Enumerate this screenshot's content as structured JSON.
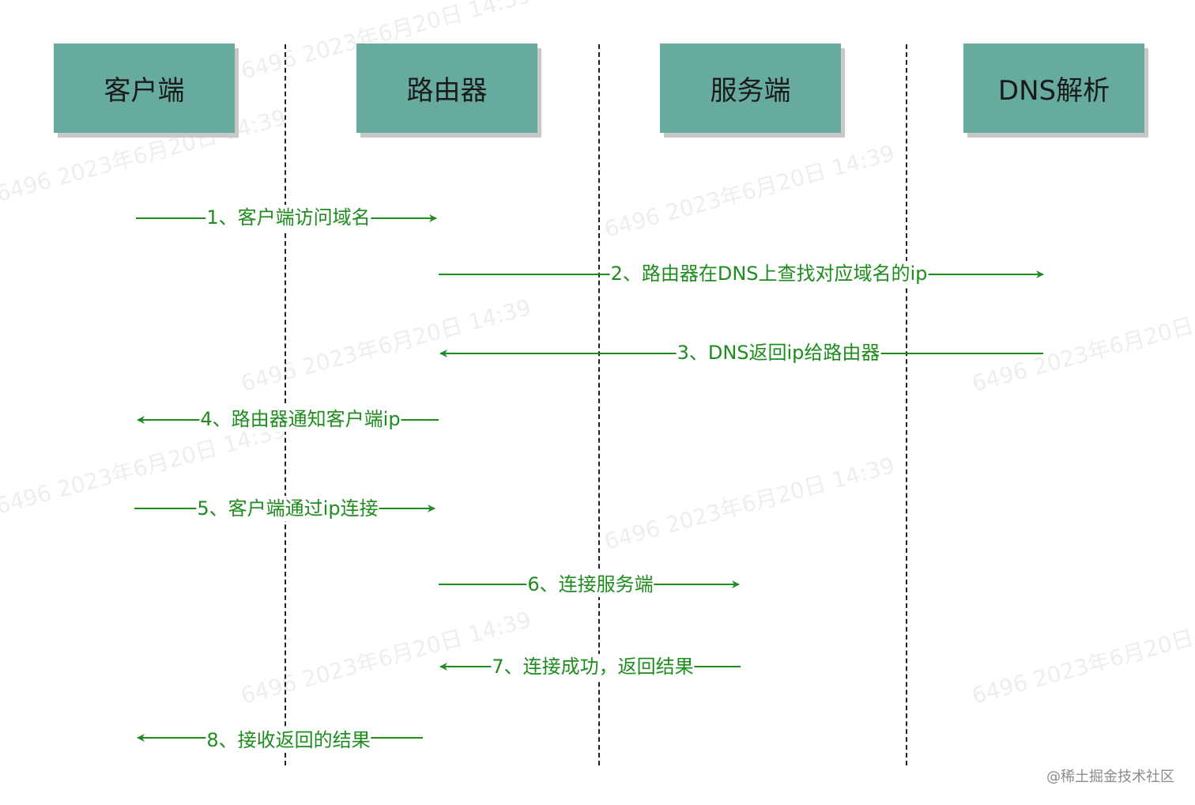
{
  "actors": [
    {
      "id": "client",
      "label": "客户端"
    },
    {
      "id": "router",
      "label": "路由器"
    },
    {
      "id": "server",
      "label": "服务端"
    },
    {
      "id": "dns",
      "label": "DNS解析"
    }
  ],
  "messages": [
    {
      "text": "1、客户端访问域名",
      "from": "client",
      "to": "router"
    },
    {
      "text": "2、路由器在DNS上查找对应域名的ip",
      "from": "router",
      "to": "dns"
    },
    {
      "text": "3、DNS返回ip给路由器",
      "from": "dns",
      "to": "router"
    },
    {
      "text": "4、路由器通知客户端ip",
      "from": "router",
      "to": "client"
    },
    {
      "text": "5、客户端通过ip连接",
      "from": "client",
      "to": "router"
    },
    {
      "text": "6、连接服务端",
      "from": "router",
      "to": "server"
    },
    {
      "text": "7、连接成功，返回结果",
      "from": "server",
      "to": "router"
    },
    {
      "text": "8、接收返回的结果",
      "from": "router",
      "to": "client"
    }
  ],
  "watermark": "6496 2023年6月20日 14:39",
  "credit": "@稀土掘金技术社区",
  "colors": {
    "actor_fill": "#67ab9f",
    "arrow": "#1e8c1e",
    "lifeline": "#222222"
  }
}
